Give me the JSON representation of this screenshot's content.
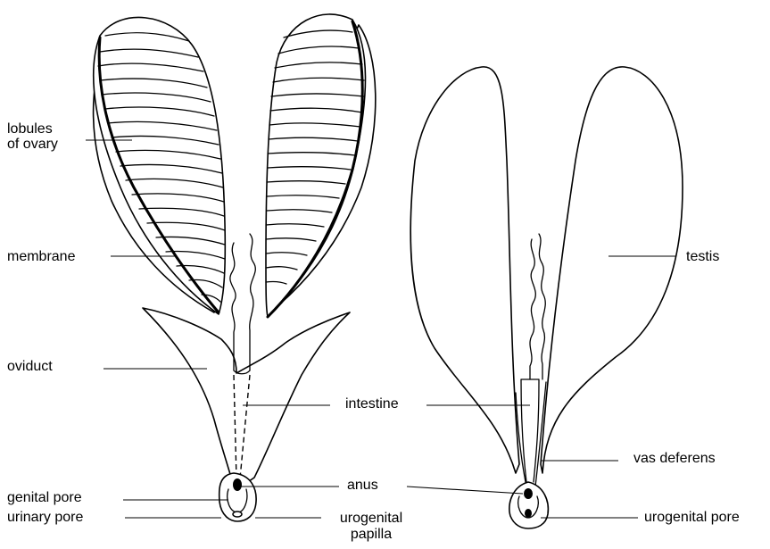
{
  "labels": {
    "lobules_of_ovary_1": "lobules",
    "lobules_of_ovary_2": "of ovary",
    "membrane": "membrane",
    "oviduct": "oviduct",
    "genital_pore": "genital pore",
    "urinary_pore": "urinary pore",
    "intestine": "intestine",
    "anus": "anus",
    "urogenital_papilla_1": "urogenital",
    "urogenital_papilla_2": "papilla",
    "testis": "testis",
    "vas_deferens": "vas deferens",
    "urogenital_pore": "urogenital pore"
  }
}
